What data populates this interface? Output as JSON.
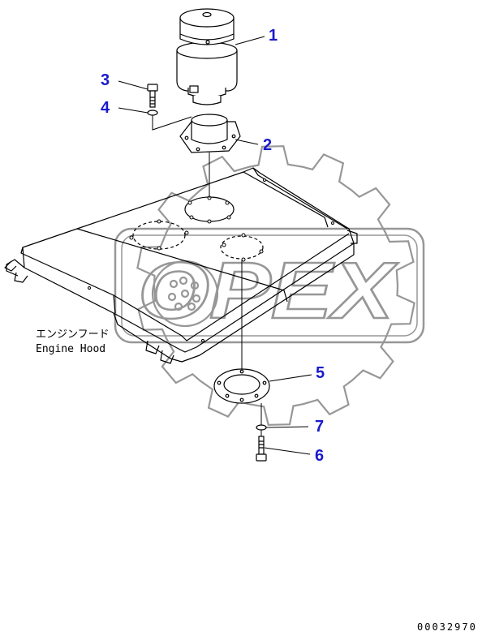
{
  "callouts": [
    {
      "id": "1",
      "label": "1"
    },
    {
      "id": "2",
      "label": "2"
    },
    {
      "id": "3",
      "label": "3"
    },
    {
      "id": "4",
      "label": "4"
    },
    {
      "id": "5",
      "label": "5"
    },
    {
      "id": "6",
      "label": "6"
    },
    {
      "id": "7",
      "label": "7"
    }
  ],
  "hood_label": {
    "jp": "エンジンフード",
    "en": "Engine Hood"
  },
  "watermark": {
    "text": "OPEX"
  },
  "footer": {
    "code": "00032970"
  },
  "colors": {
    "callout": "#1a1acc",
    "line": "#000000",
    "watermark": "#8c8c8c"
  }
}
